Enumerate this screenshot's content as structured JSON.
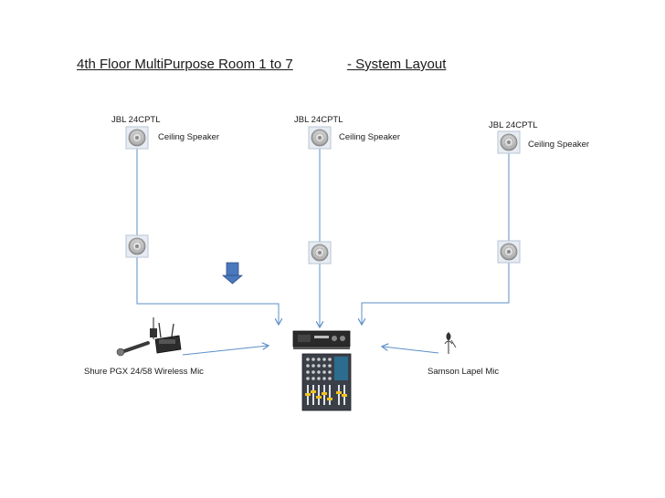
{
  "title": {
    "main": "4th  Floor MultiPurpose  Room  1 to 7",
    "suffix": "- System Layout"
  },
  "speakers": [
    {
      "model": "JBL  24CPTL",
      "type": "Ceiling Speaker"
    },
    {
      "model": "JBL  24CPTL",
      "type": "Ceiling Speaker"
    },
    {
      "model": "JBL  24CPTL",
      "type": "Ceiling Speaker"
    }
  ],
  "mics": {
    "wireless": "Shure PGX 24/58 Wireless Mic",
    "lapel": "Samson  Lapel Mic"
  },
  "colors": {
    "wire": "#5b8fc7",
    "speaker_frame": "#b9c6d4",
    "arrow_blue": "#3f6fb5"
  },
  "icons": [
    "ceiling-speaker-icon",
    "down-arrow-icon",
    "amplifier-icon",
    "mixer-icon",
    "wireless-mic-icon",
    "lapel-mic-icon"
  ]
}
